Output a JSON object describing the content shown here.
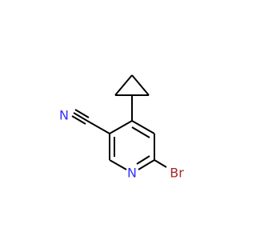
{
  "molecule": {
    "atoms": {
      "nitrile_n": "N",
      "ring_n": "N",
      "bromine": "Br"
    },
    "colors": {
      "bond": "#000000",
      "nitrogen": "#3232ff",
      "bromine": "#a52a2a",
      "background": "#ffffff"
    }
  }
}
